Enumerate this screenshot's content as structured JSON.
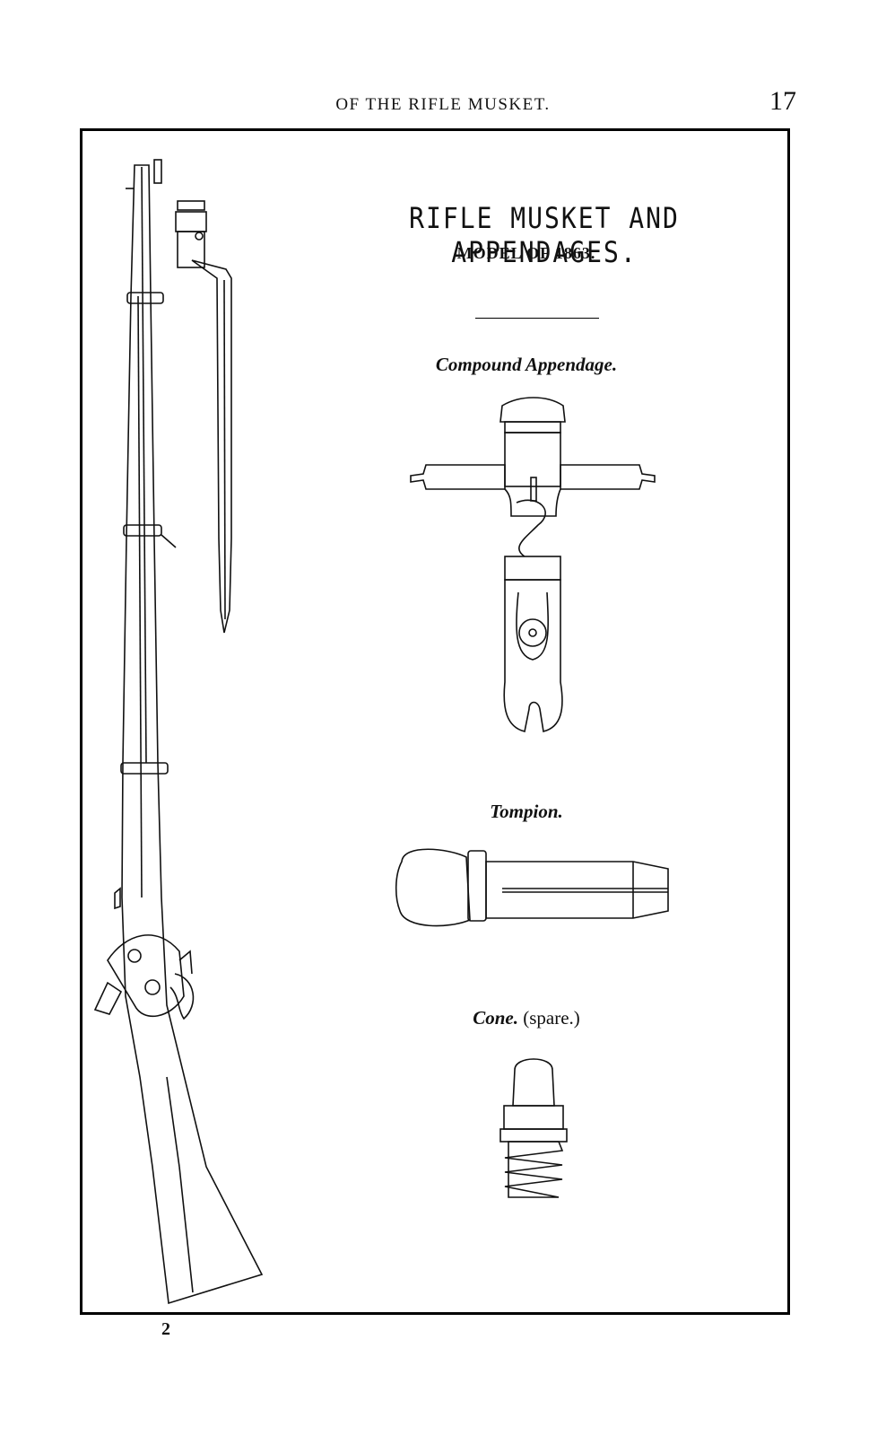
{
  "header": {
    "running_head": "OF THE RIFLE MUSKET.",
    "page_number": "17"
  },
  "plate": {
    "title": "RIFLE MUSKET AND APPENDAGES.",
    "subtitle": "MODEL OF 1863.",
    "figures": [
      {
        "caption": "Compound Appendage."
      },
      {
        "caption": "Tompion."
      },
      {
        "caption_italic": "Cone.",
        "caption_note": "(spare.)"
      }
    ]
  },
  "footer": {
    "signature": "2"
  }
}
